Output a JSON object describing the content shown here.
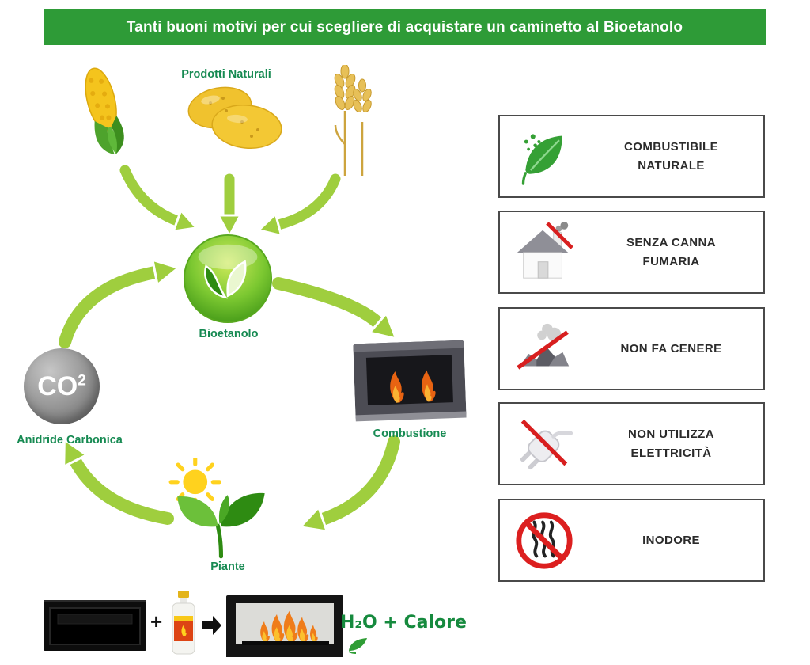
{
  "banner": {
    "title": "Tanti buoni motivi per cui scegliere di acquistare un caminetto al Bioetanolo"
  },
  "cycle": {
    "products_label": "Prodotti Naturali",
    "bioethanol_label": "Bioetanolo",
    "combustion_label": "Combustione",
    "plants_label": "Piante",
    "co2_label": "Anidride Carbonica",
    "co2_text": "CO",
    "co2_sup": "2"
  },
  "benefits": [
    {
      "icon": "natural-fuel-leaf-icon",
      "label": "COMBUSTIBILE NATURALE"
    },
    {
      "icon": "no-flue-house-icon",
      "label": "SENZA CANNA FUMARIA"
    },
    {
      "icon": "no-ash-icon",
      "label": "NON FA CENERE"
    },
    {
      "icon": "no-electricity-plug-icon",
      "label": "NON UTILIZZA ELETTRICITÀ"
    },
    {
      "icon": "odorless-icon",
      "label": "INODORE"
    }
  ],
  "equation": {
    "plus": "+",
    "result": "H₂O + Calore"
  },
  "colors": {
    "banner_green": "#2e9b37",
    "label_green": "#168a52",
    "arrow_green": "#9fce3e",
    "result_green": "#168a3e",
    "prohibition_red": "#d81f1f"
  }
}
